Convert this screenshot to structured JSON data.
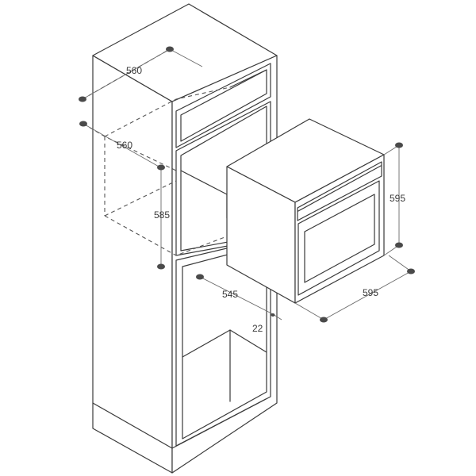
{
  "dimensions": {
    "cabinet_top_depth": "560",
    "niche_depth": "560",
    "niche_height": "585",
    "oven_depth": "545",
    "front_offset": "22",
    "oven_height": "595",
    "oven_width": "595"
  },
  "colors": {
    "line": "#3a3a3a",
    "dimension": "#6a6a6a",
    "background": "#ffffff"
  }
}
